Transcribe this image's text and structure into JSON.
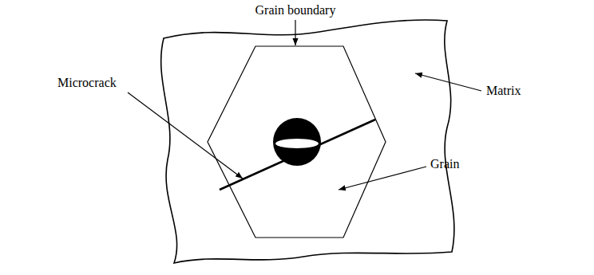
{
  "diagram": {
    "labels": [
      "Grain boundary",
      "Microcrack",
      "Matrix",
      "Grain"
    ]
  }
}
